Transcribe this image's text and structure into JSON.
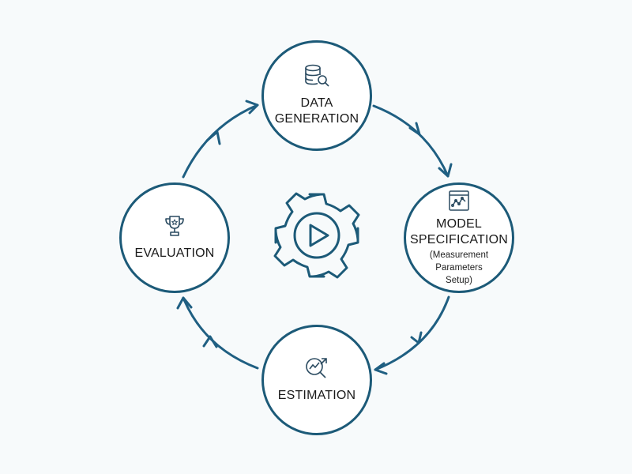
{
  "diagram": {
    "colors": {
      "stroke": "#1c5a78",
      "arrow": "#1f5f82",
      "background": "#f7fafb",
      "node_fill": "#ffffff"
    },
    "center_icon": "gear-play-icon",
    "nodes": [
      {
        "id": "data-generation",
        "label_lines": [
          "DATA",
          "GENERATION"
        ],
        "icon": "database-search-icon"
      },
      {
        "id": "model-specification",
        "label_lines": [
          "MODEL",
          "SPECIFICATION"
        ],
        "sublabel_lines": [
          "(Measurement",
          "Parameters",
          "Setup)"
        ],
        "icon": "chart-window-icon"
      },
      {
        "id": "estimation",
        "label_lines": [
          "ESTIMATION"
        ],
        "icon": "analytics-magnifier-icon"
      },
      {
        "id": "evaluation",
        "label_lines": [
          "EVALUATION"
        ],
        "icon": "trophy-icon"
      }
    ],
    "flow": [
      "data-generation",
      "model-specification",
      "estimation",
      "evaluation",
      "data-generation"
    ]
  }
}
